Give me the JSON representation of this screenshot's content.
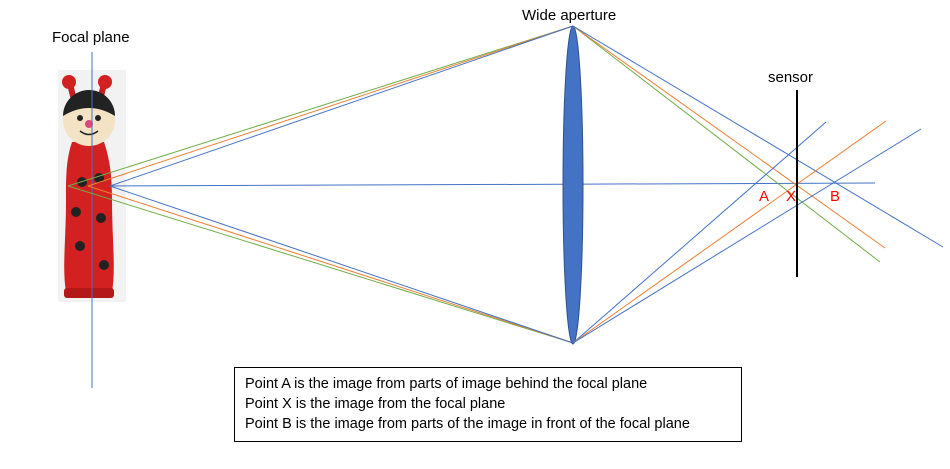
{
  "labels": {
    "focal_plane": "Focal plane",
    "wide_aperture": "Wide aperture",
    "sensor": "sensor"
  },
  "points": {
    "a": "A",
    "x": "X",
    "b": "B"
  },
  "legend": {
    "lines": [
      "Point A is the image from parts of image behind the focal plane",
      "Point X is the image from the focal plane",
      "Point B is the image from parts of the image in front of the focal plane"
    ]
  },
  "colors": {
    "ray_blue": "#4472C4",
    "ray_orange": "#ED7D31",
    "ray_green": "#70AD47",
    "lens_fill": "#4472C4",
    "lens_stroke": "#2F528F",
    "point_label": "#FF0000",
    "sensor": "#000000",
    "ladybug_red": "#D32020"
  }
}
